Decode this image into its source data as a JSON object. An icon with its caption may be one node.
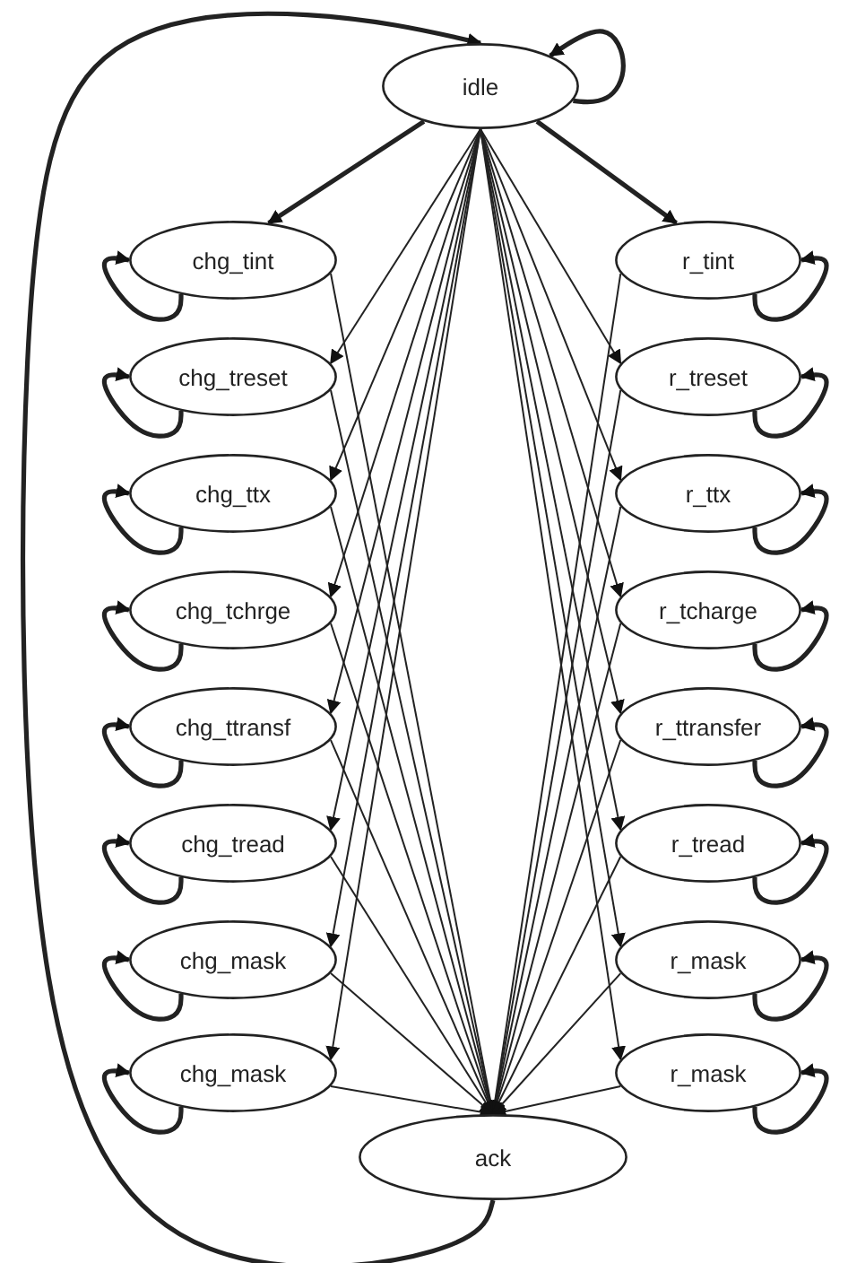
{
  "diagram": {
    "nodes": [
      {
        "text": [
          "idle"
        ]
      },
      {
        "text": [
          "chg_tint"
        ]
      },
      {
        "text": [
          "r_tint"
        ]
      },
      {
        "text": [
          "chg_treset"
        ]
      },
      {
        "text": [
          "r_treset"
        ]
      },
      {
        "text": [
          "chg_ttx"
        ]
      },
      {
        "text": [
          "r_ttx"
        ]
      },
      {
        "text": [
          "chg_tchrge"
        ]
      },
      {
        "text": [
          "r_tcharge"
        ]
      },
      {
        "text": [
          "chg_ttransf"
        ]
      },
      {
        "text": [
          "r_ttransfer"
        ]
      },
      {
        "text": [
          "chg_tread"
        ]
      },
      {
        "text": [
          "r_tread"
        ]
      },
      {
        "text": [
          "chg_mask"
        ]
      },
      {
        "text": [
          "r_mask"
        ]
      },
      {
        "text": [
          "chg_mask"
        ]
      },
      {
        "text": [
          "r_mask"
        ]
      },
      {
        "text": [
          "ack"
        ]
      }
    ],
    "edges": [
      {
        "from": 17,
        "to": 0,
        "arrow": "to",
        "style": "thick"
      },
      {
        "from": 0,
        "to": 0,
        "arrow": "to",
        "style": "thick"
      },
      {
        "from": 0,
        "to": 1,
        "arrow": "to",
        "style": "thick"
      },
      {
        "from": 0,
        "to": 2,
        "arrow": "to",
        "style": "thick"
      },
      {
        "from": 1,
        "to": 1,
        "arrow": "to",
        "style": "thick"
      },
      {
        "from": 2,
        "to": 2,
        "arrow": "to",
        "style": "thick"
      },
      {
        "from": 3,
        "to": 3,
        "arrow": "to",
        "style": "thick"
      },
      {
        "from": 4,
        "to": 4,
        "arrow": "to",
        "style": "thick"
      },
      {
        "from": 5,
        "to": 5,
        "arrow": "to",
        "style": "thick"
      },
      {
        "from": 6,
        "to": 6,
        "arrow": "to",
        "style": "thick"
      },
      {
        "from": 7,
        "to": 7,
        "arrow": "to",
        "style": "thick"
      },
      {
        "from": 8,
        "to": 8,
        "arrow": "to",
        "style": "thick"
      },
      {
        "from": 9,
        "to": 9,
        "arrow": "to",
        "style": "thick"
      },
      {
        "from": 10,
        "to": 10,
        "arrow": "to",
        "style": "thick"
      },
      {
        "from": 11,
        "to": 11,
        "arrow": "to",
        "style": "thick"
      },
      {
        "from": 12,
        "to": 12,
        "arrow": "to",
        "style": "thick"
      },
      {
        "from": 13,
        "to": 13,
        "arrow": "to",
        "style": "thick"
      },
      {
        "from": 14,
        "to": 14,
        "arrow": "to",
        "style": "thick"
      },
      {
        "from": 15,
        "to": 15,
        "arrow": "to",
        "style": "thick"
      },
      {
        "from": 16,
        "to": 16,
        "arrow": "to",
        "style": "thick"
      },
      {
        "from": 0,
        "to": 3,
        "arrow": "to"
      },
      {
        "from": 0,
        "to": 4,
        "arrow": "to"
      },
      {
        "from": 0,
        "to": 5,
        "arrow": "to"
      },
      {
        "from": 0,
        "to": 6,
        "arrow": "to"
      },
      {
        "from": 0,
        "to": 7,
        "arrow": "to"
      },
      {
        "from": 0,
        "to": 8,
        "arrow": "to"
      },
      {
        "from": 0,
        "to": 9,
        "arrow": "to"
      },
      {
        "from": 0,
        "to": 10,
        "arrow": "to"
      },
      {
        "from": 0,
        "to": 11,
        "arrow": "to"
      },
      {
        "from": 0,
        "to": 12,
        "arrow": "to"
      },
      {
        "from": 0,
        "to": 13,
        "arrow": "to"
      },
      {
        "from": 0,
        "to": 14,
        "arrow": "to"
      },
      {
        "from": 0,
        "to": 15,
        "arrow": "to"
      },
      {
        "from": 0,
        "to": 16,
        "arrow": "to"
      },
      {
        "from": 1,
        "to": 17,
        "arrow": "to"
      },
      {
        "from": 2,
        "to": 17,
        "arrow": "to"
      },
      {
        "from": 3,
        "to": 17,
        "arrow": "to"
      },
      {
        "from": 4,
        "to": 17,
        "arrow": "to"
      },
      {
        "from": 5,
        "to": 17,
        "arrow": "to"
      },
      {
        "from": 6,
        "to": 17,
        "arrow": "to"
      },
      {
        "from": 7,
        "to": 17,
        "arrow": "to"
      },
      {
        "from": 8,
        "to": 17,
        "arrow": "to"
      },
      {
        "from": 9,
        "to": 17,
        "arrow": "to"
      },
      {
        "from": 10,
        "to": 17,
        "arrow": "to"
      },
      {
        "from": 11,
        "to": 17,
        "arrow": "to"
      },
      {
        "from": 12,
        "to": 17,
        "arrow": "to"
      },
      {
        "from": 13,
        "to": 17,
        "arrow": "to"
      },
      {
        "from": 14,
        "to": 17,
        "arrow": "to"
      },
      {
        "from": 15,
        "to": 17,
        "arrow": "to"
      },
      {
        "from": 16,
        "to": 17,
        "arrow": "to"
      }
    ]
  }
}
